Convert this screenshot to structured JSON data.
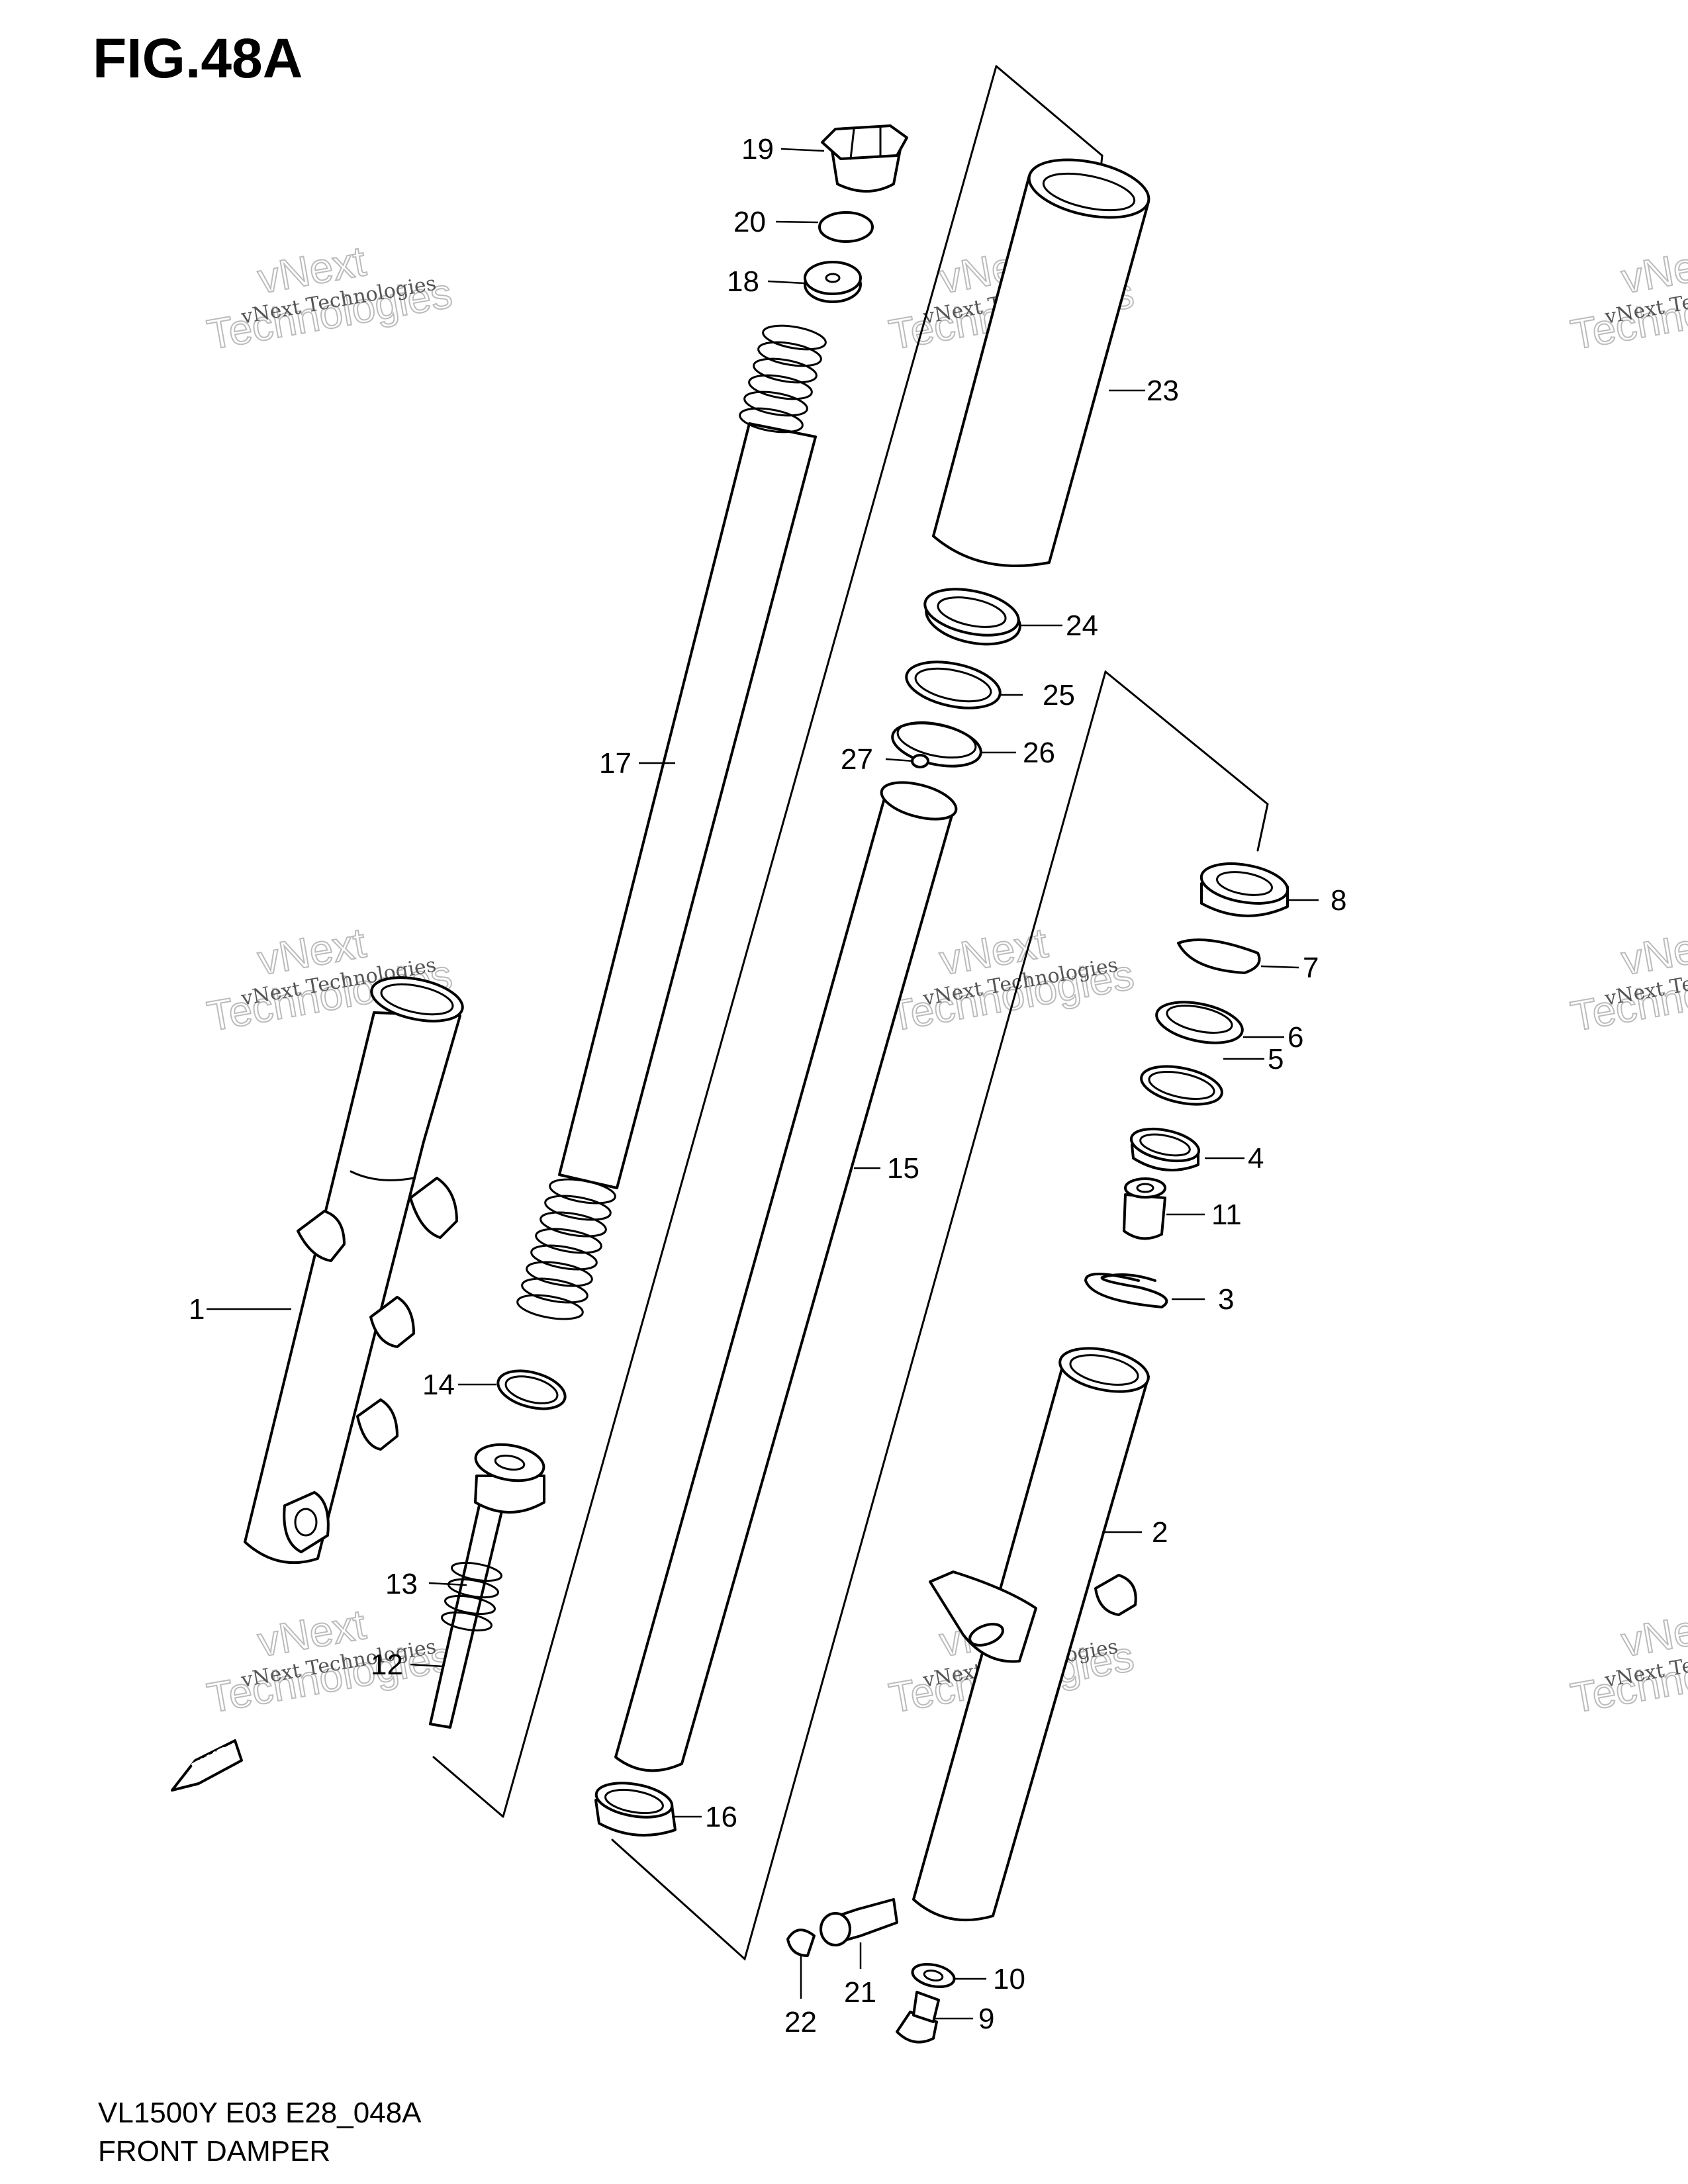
{
  "figure": {
    "title": "FIG.48A",
    "model_code": "VL1500Y E03 E28_048A",
    "name": "FRONT DAMPER"
  },
  "watermark": {
    "line_small": "vNext Technologies",
    "line_big_1": "vNext",
    "line_big_2": "Technologies"
  },
  "direction_arrow": "FWD",
  "callouts": [
    "1",
    "2",
    "3",
    "4",
    "5",
    "6",
    "7",
    "8",
    "9",
    "10",
    "11",
    "12",
    "13",
    "14",
    "15",
    "16",
    "17",
    "18",
    "19",
    "20",
    "21",
    "22",
    "23",
    "24",
    "25",
    "26",
    "27"
  ]
}
